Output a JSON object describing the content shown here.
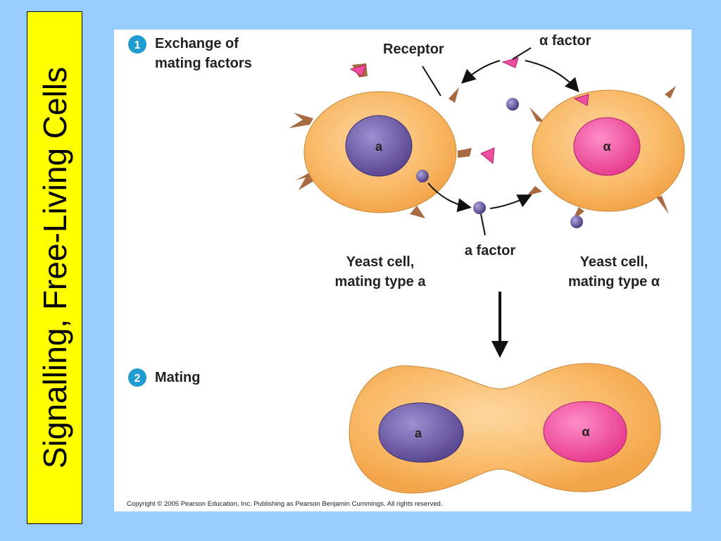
{
  "side_title": "Signalling, Free-Living Cells",
  "step1": {
    "number": "1",
    "line1": "Exchange of",
    "line2": "mating factors"
  },
  "step2": {
    "number": "2",
    "label": "Mating"
  },
  "labels": {
    "receptor": "Receptor",
    "alpha_factor": "α factor",
    "a_factor": "a factor",
    "cell_a_line1": "Yeast cell,",
    "cell_a_line2": "mating type a",
    "cell_alpha_line1": "Yeast cell,",
    "cell_alpha_line2": "mating type α",
    "nucleus_a": "a",
    "nucleus_alpha": "α",
    "fused_nucleus_a": "a",
    "fused_nucleus_alpha": "α"
  },
  "copyright": "Copyright © 2005 Pearson Education, Inc. Publishing as Pearson Benjamin Cummings. All rights reserved.",
  "colors": {
    "cell": "#f8b35c",
    "nucleus_a": "#6b5aa3",
    "nucleus_alpha": "#ee4ea0",
    "receptor": "#a86a40",
    "step_circle": "#1f9dd1"
  }
}
